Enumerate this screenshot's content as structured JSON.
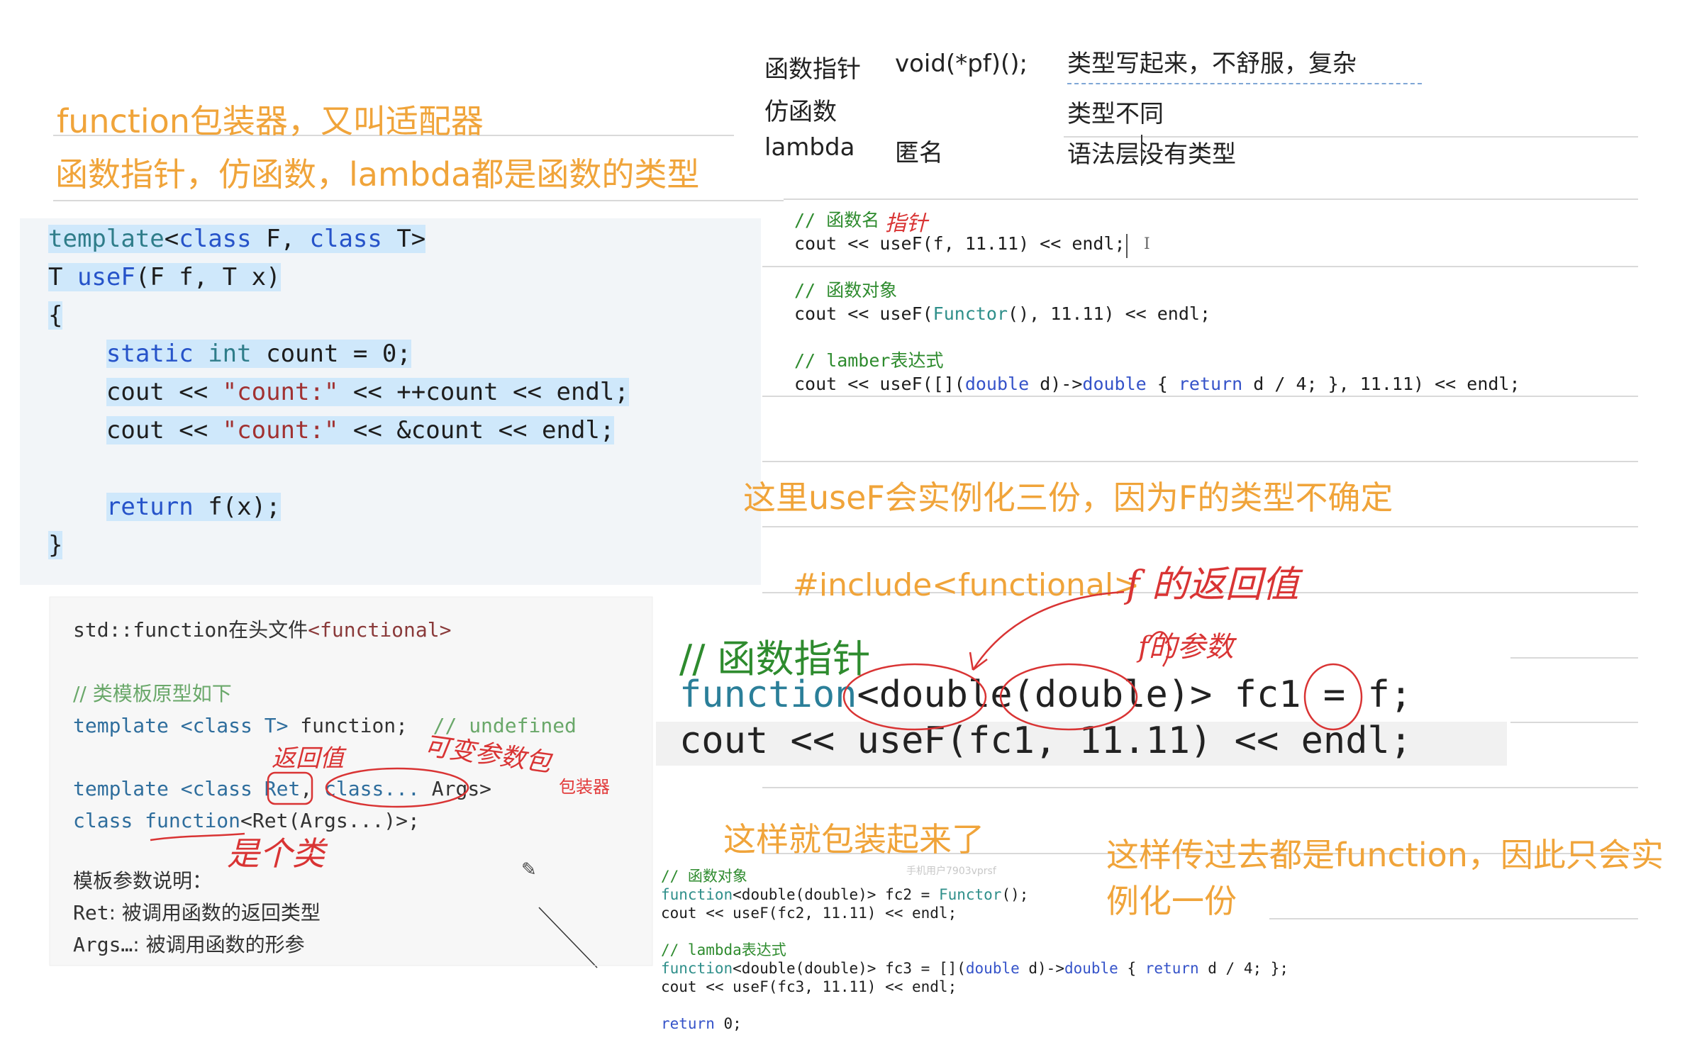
{
  "titles": {
    "line1": "function包装器，又叫适配器",
    "line2": "函数指针，仿函数，lambda都是函数的类型"
  },
  "table": {
    "r1c1": "函数指针",
    "r1c2": "void(*pf)();",
    "r2c1": "仿函数",
    "r3c1": "lambda",
    "r3c2": "匿名",
    "note1": "类型写起来，不舒服，复杂",
    "note2": "类型不同",
    "note3": "语法层没有类型"
  },
  "code1": {
    "l1a": "template",
    "l1b": "<",
    "l1c": "class",
    "l1d": " F, ",
    "l1e": "class",
    "l1f": " T>",
    "l2a": "T ",
    "l2b": "useF",
    "l2c": "(F f, T x)",
    "l3": "{",
    "l4a": "static",
    "l4b": " ",
    "l4c": "int",
    "l4d": " count = 0;",
    "l5a": "cout << ",
    "l5b": "\"count:\"",
    "l5c": " << ++count << endl;",
    "l6a": "cout << ",
    "l6b": "\"count:\"",
    "l6c": " << &count << endl;",
    "l7a": "return",
    "l7b": " f(x);",
    "l8": "}"
  },
  "code2": {
    "c1": "// 函数名",
    "c1hand": "指针",
    "l1": "cout << useF(f, 11.11) << endl;",
    "c2": "// 函数对象",
    "l2a": "cout << useF(",
    "l2b": "Functor",
    "l2c": "(), 11.11) << endl;",
    "c3": "// lamber表达式",
    "l3a": "cout << useF([](",
    "l3b": "double",
    "l3c": " d)->",
    "l3d": "double",
    "l3e": " { ",
    "l3f": "return",
    "l3g": " d / 4; }, 11.11) << endl;"
  },
  "note_instantiate3": "这里useF会实例化三份，因为F的类型不确定",
  "include_line": "#include<functional>",
  "include_hand": "f 的返回值",
  "code3": {
    "l1a": "std::function",
    "l1b": "在头文件",
    "l1c": "<functional>",
    "l2": "// 类模板原型如下",
    "l3a": "template ",
    "l3b": "<class T>",
    "l3c": " function;",
    "l3d": "// undefined",
    "l4a": "template ",
    "l4b": "<class ",
    "l4c": "Ret",
    "l4d": ", ",
    "l4e": "class...",
    "l4f": " Args>",
    "l5a": "class ",
    "l5b": "function",
    "l5c": "<Ret(Args...)>;",
    "l6": "模板参数说明：",
    "l7a": "Ret",
    "l7b": ": 被调用函数的返回类型",
    "l8a": "Args…",
    "l8b": ": 被调用函数的形参"
  },
  "hand_notes": {
    "ret": "返回值",
    "varargs": "可变参数包",
    "wrapper": "包装器",
    "isclass": "是个类",
    "fparams": "f的参数"
  },
  "code4": {
    "c1": "// 函数指针",
    "l1a": "function",
    "l1b": "<double(double)> fc1 = f;",
    "l2": "cout << useF(fc1, 11.11) << endl;"
  },
  "note_wrapped": "这样就包装起来了",
  "note_once_1": "这样传过去都是function，因此只会实",
  "note_once_2": "例化一份",
  "watermark": "手机用户7903vprsf",
  "code5": {
    "c1": "// 函数对象",
    "l1a": "function",
    "l1b": "<double(double)> fc2 = ",
    "l1c": "Functor",
    "l1d": "();",
    "l2": "cout << useF(fc2, 11.11) << endl;",
    "c2": "// lambda表达式",
    "l3a": "function",
    "l3b": "<double(double)> fc3 = [](",
    "l3c": "double",
    "l3d": " d)->",
    "l3e": "double",
    "l3f": " { ",
    "l3g": "return",
    "l3h": " d / 4; };",
    "l4": "cout << useF(fc3, 11.11) << endl;",
    "l5a": "return",
    "l5b": " 0;"
  }
}
